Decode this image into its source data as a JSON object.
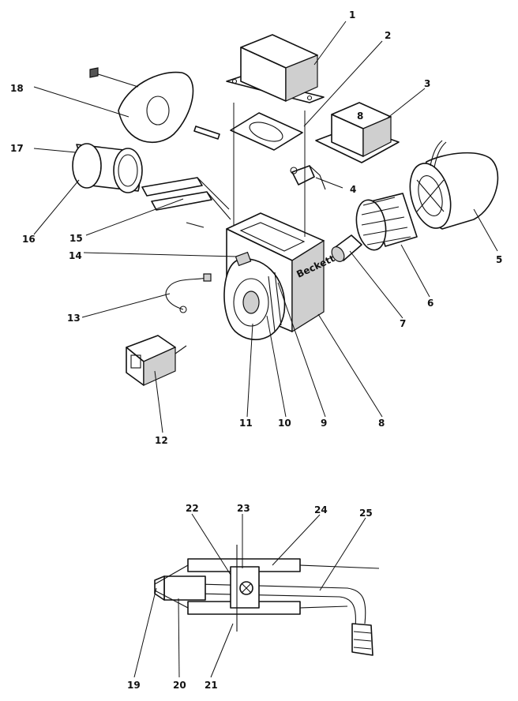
{
  "callouts": [
    "1",
    "2",
    "3",
    "4",
    "5",
    "6",
    "7",
    "8",
    "9",
    "10",
    "11",
    "12",
    "13",
    "14",
    "15",
    "16",
    "17",
    "18",
    "19",
    "20",
    "21",
    "22",
    "23",
    "24",
    "25"
  ],
  "transformer_mark": "8",
  "housing_lettering": "Beckett"
}
